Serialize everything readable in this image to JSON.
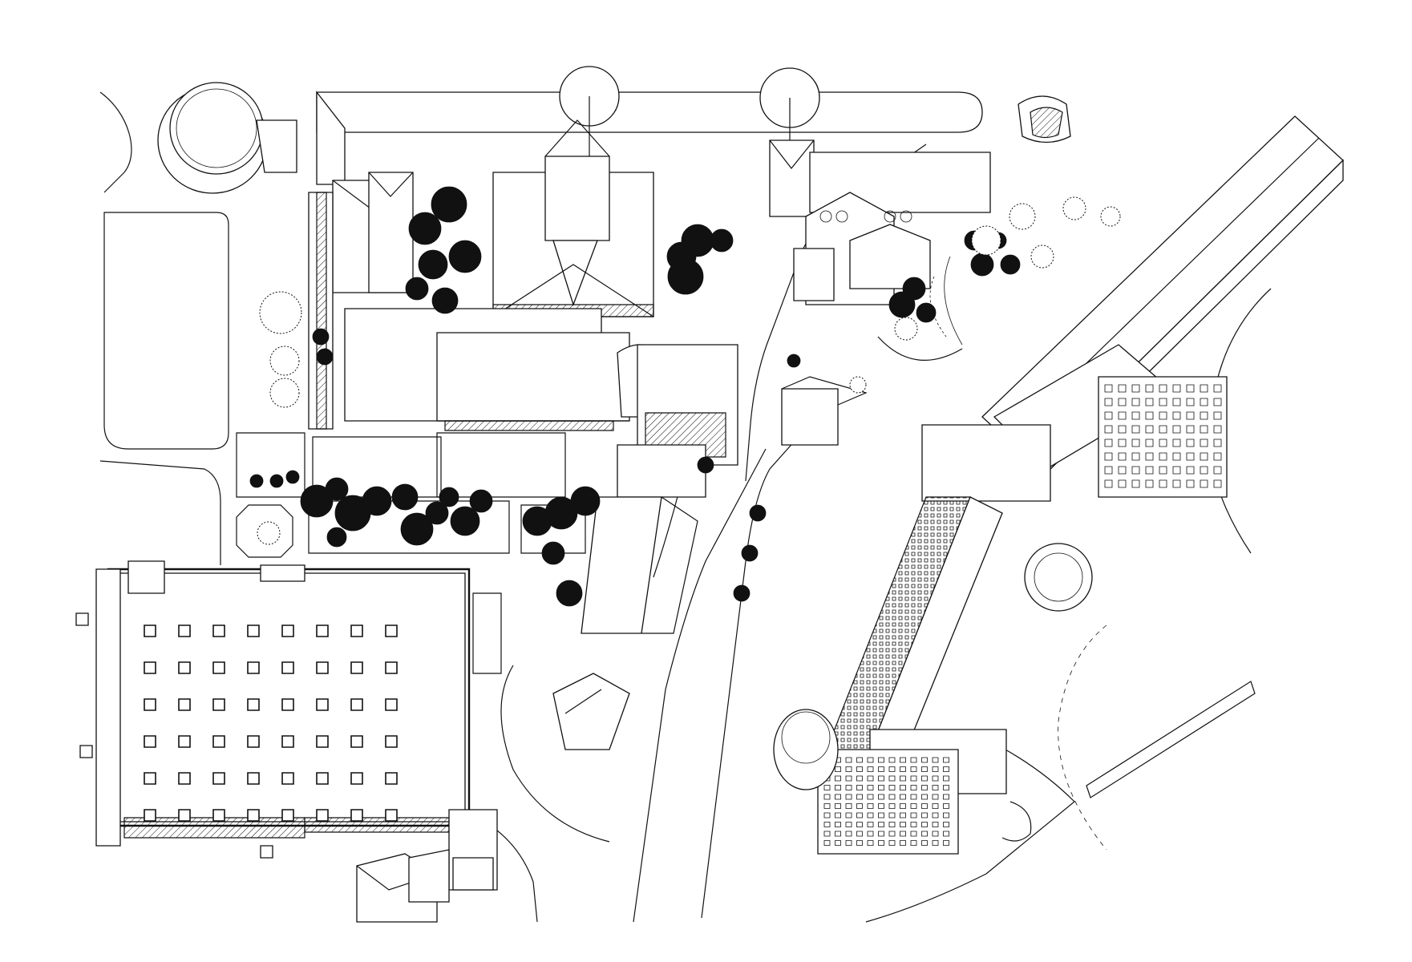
{
  "figure": {
    "kind": "axonometric campus site plan (line drawing)",
    "style": "black ink line art on white, no text labels",
    "colors": {
      "ink": "#111111",
      "paper": "#ffffff"
    }
  },
  "courtyard_block": {
    "skylight_rows": 6,
    "skylight_cols": 8
  },
  "tower_block": {
    "window_rows": 10,
    "window_cols": 12
  }
}
